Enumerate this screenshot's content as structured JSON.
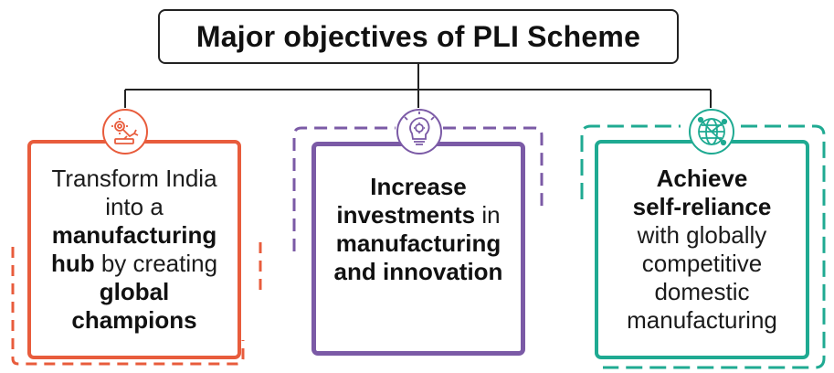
{
  "title": "Major objectives of PLI Scheme",
  "colors": {
    "obj1": "#e85c3c",
    "obj2": "#7b5aa6",
    "obj3": "#1faa92",
    "line": "#222222"
  },
  "objectives": [
    {
      "icon": "robot-arm-gear-icon",
      "lines": [
        [
          {
            "t": "Transform India",
            "b": false
          }
        ],
        [
          {
            "t": "into a",
            "b": false
          }
        ],
        [
          {
            "t": "manufacturing",
            "b": true
          }
        ],
        [
          {
            "t": "hub",
            "b": true
          },
          {
            "t": " by creating",
            "b": false
          }
        ],
        [
          {
            "t": "global",
            "b": true
          }
        ],
        [
          {
            "t": "champions",
            "b": true
          }
        ]
      ]
    },
    {
      "icon": "lightbulb-gear-icon",
      "lines": [
        [
          {
            "t": "Increase",
            "b": true
          }
        ],
        [
          {
            "t": "investments",
            "b": true
          },
          {
            "t": " in",
            "b": false
          }
        ],
        [
          {
            "t": "manufacturing",
            "b": true
          }
        ],
        [
          {
            "t": "and innovation",
            "b": true
          }
        ]
      ]
    },
    {
      "icon": "globe-network-icon",
      "lines": [
        [
          {
            "t": "Achieve",
            "b": true
          }
        ],
        [
          {
            "t": "self-reliance",
            "b": true
          }
        ],
        [
          {
            "t": "with globally",
            "b": false
          }
        ],
        [
          {
            "t": "competitive",
            "b": false
          }
        ],
        [
          {
            "t": "domestic",
            "b": false
          }
        ],
        [
          {
            "t": "manufacturing",
            "b": false
          }
        ]
      ]
    }
  ]
}
